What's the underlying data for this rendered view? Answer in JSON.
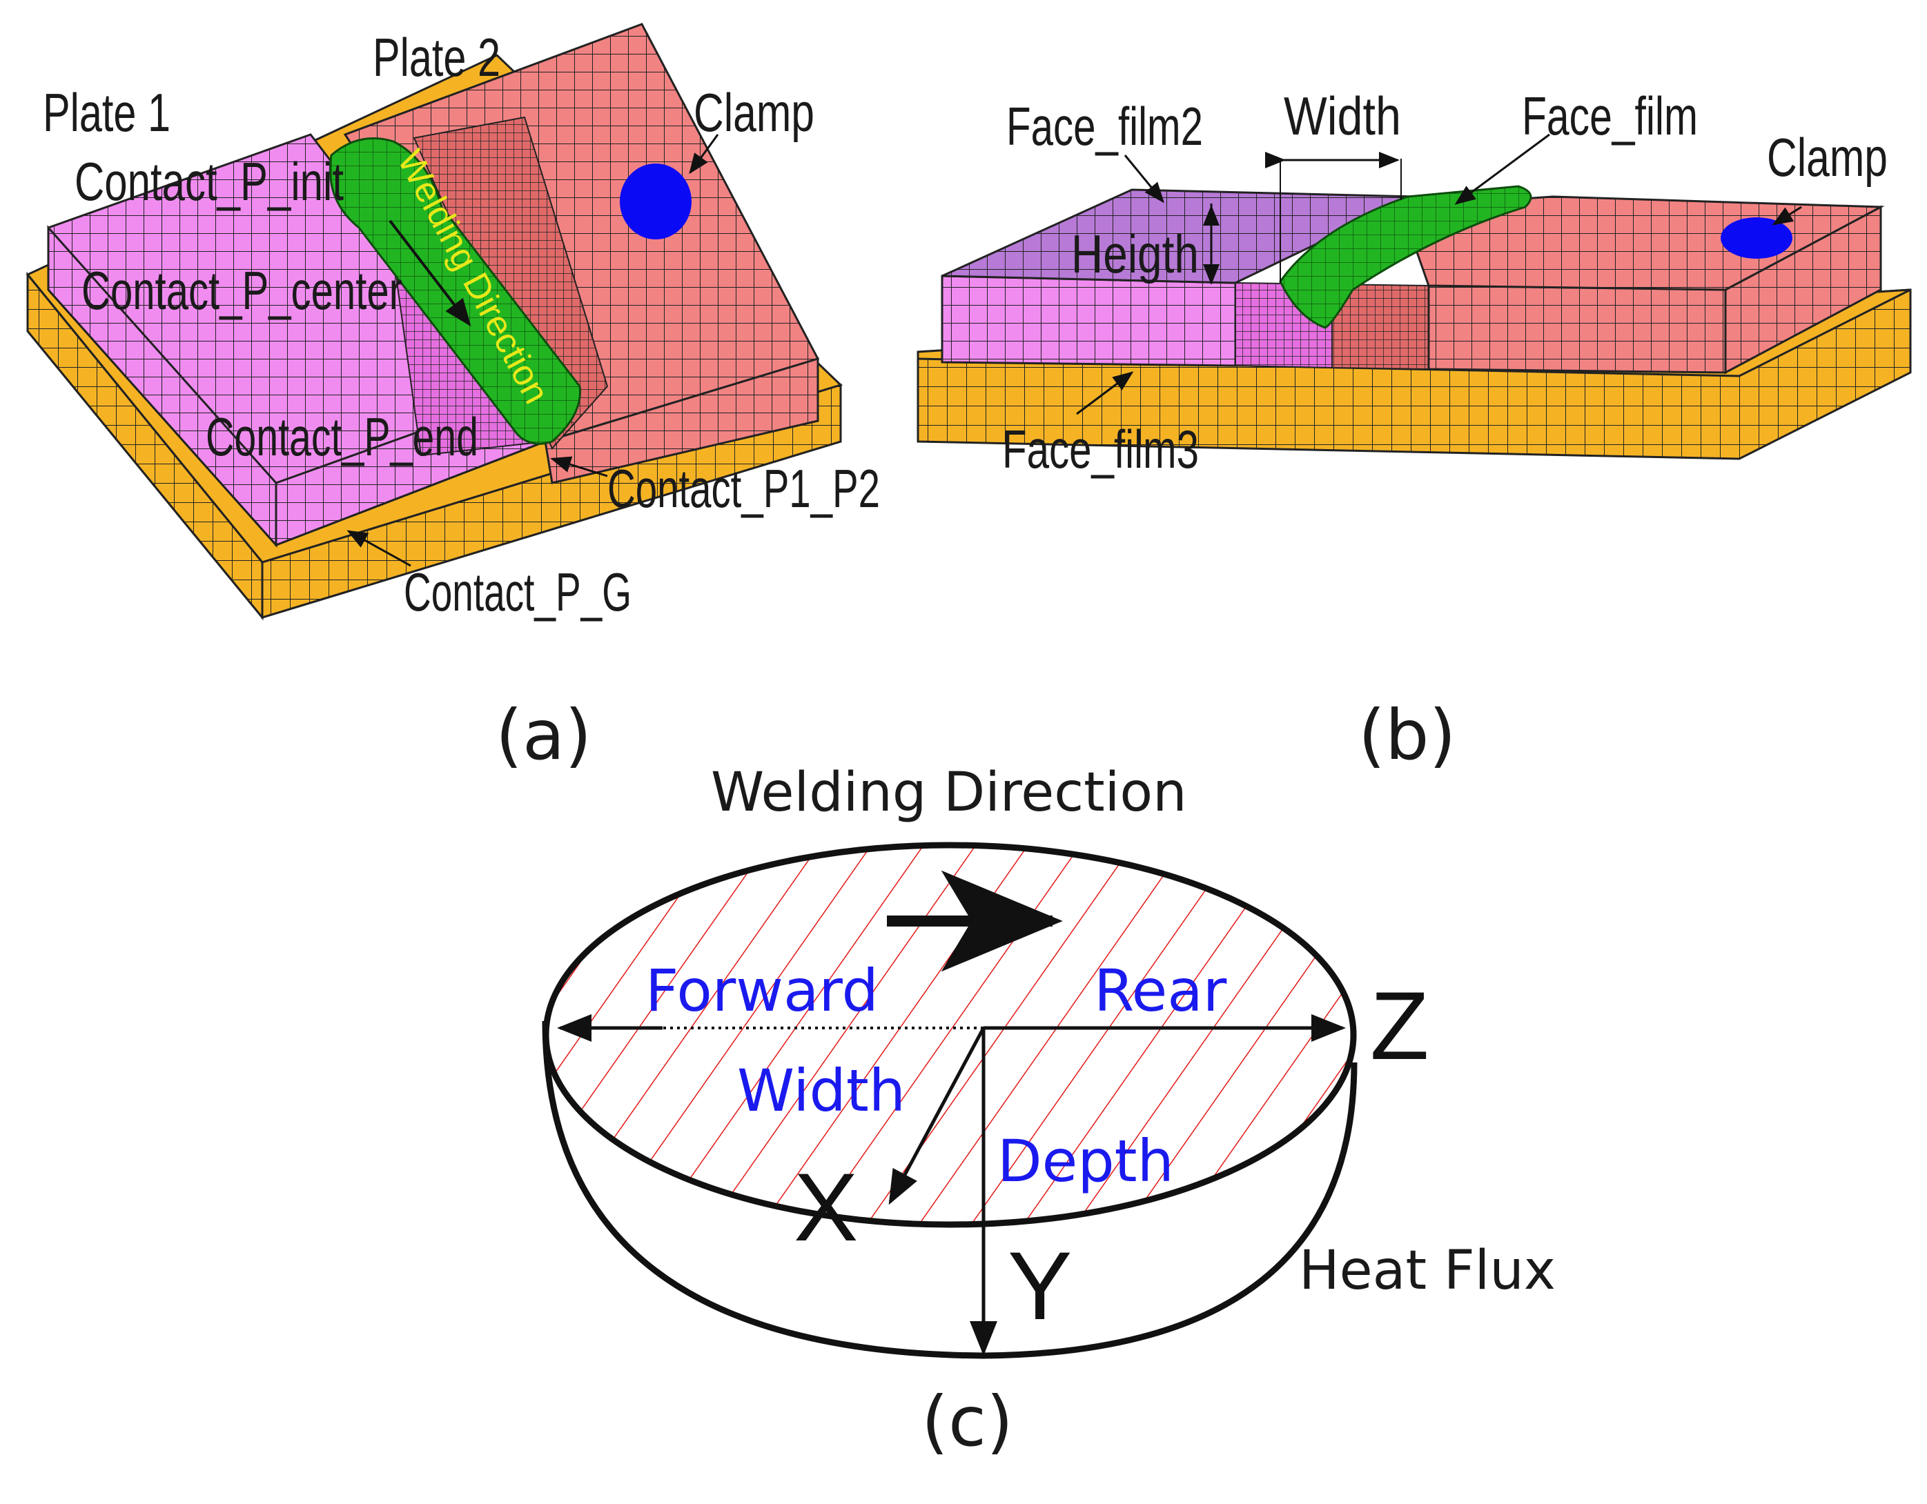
{
  "panel_a": {
    "labels": {
      "plate1": "Plate 1",
      "plate2": "Plate 2",
      "clamp": "Clamp",
      "contact_init": "Contact_P_init",
      "contact_center": "Contact_P_center",
      "contact_end": "Contact_P_end",
      "contact_p1_p2": "Contact_P1_P2",
      "contact_p_g": "Contact_P_G",
      "welding_direction": "Welding Direction"
    },
    "caption": "(a)"
  },
  "panel_b": {
    "labels": {
      "face_film2": "Face_film2",
      "width": "Width",
      "face_film": "Face_film",
      "clamp": "Clamp",
      "heigth": "Heigth",
      "face_film3": "Face_film3"
    },
    "caption": "(b)"
  },
  "panel_c": {
    "labels": {
      "welding_direction": "Welding Direction",
      "forward": "Forward",
      "rear": "Rear",
      "width": "Width",
      "depth": "Depth",
      "heat_flux": "Heat Flux",
      "axis_x": "X",
      "axis_y": "Y",
      "axis_z": "Z"
    },
    "caption": "(c)"
  },
  "colors": {
    "plate1": "#f08cf0",
    "plate1_top": "#b57ad9",
    "plate2": "#f28383",
    "weld_bead": "#22b522",
    "ground": "#f5b324",
    "clamp": "#0a0af5",
    "weld_direction_text": "#e8e81a",
    "blue_text": "#1a1aee",
    "hatch": "#e41a1a"
  }
}
